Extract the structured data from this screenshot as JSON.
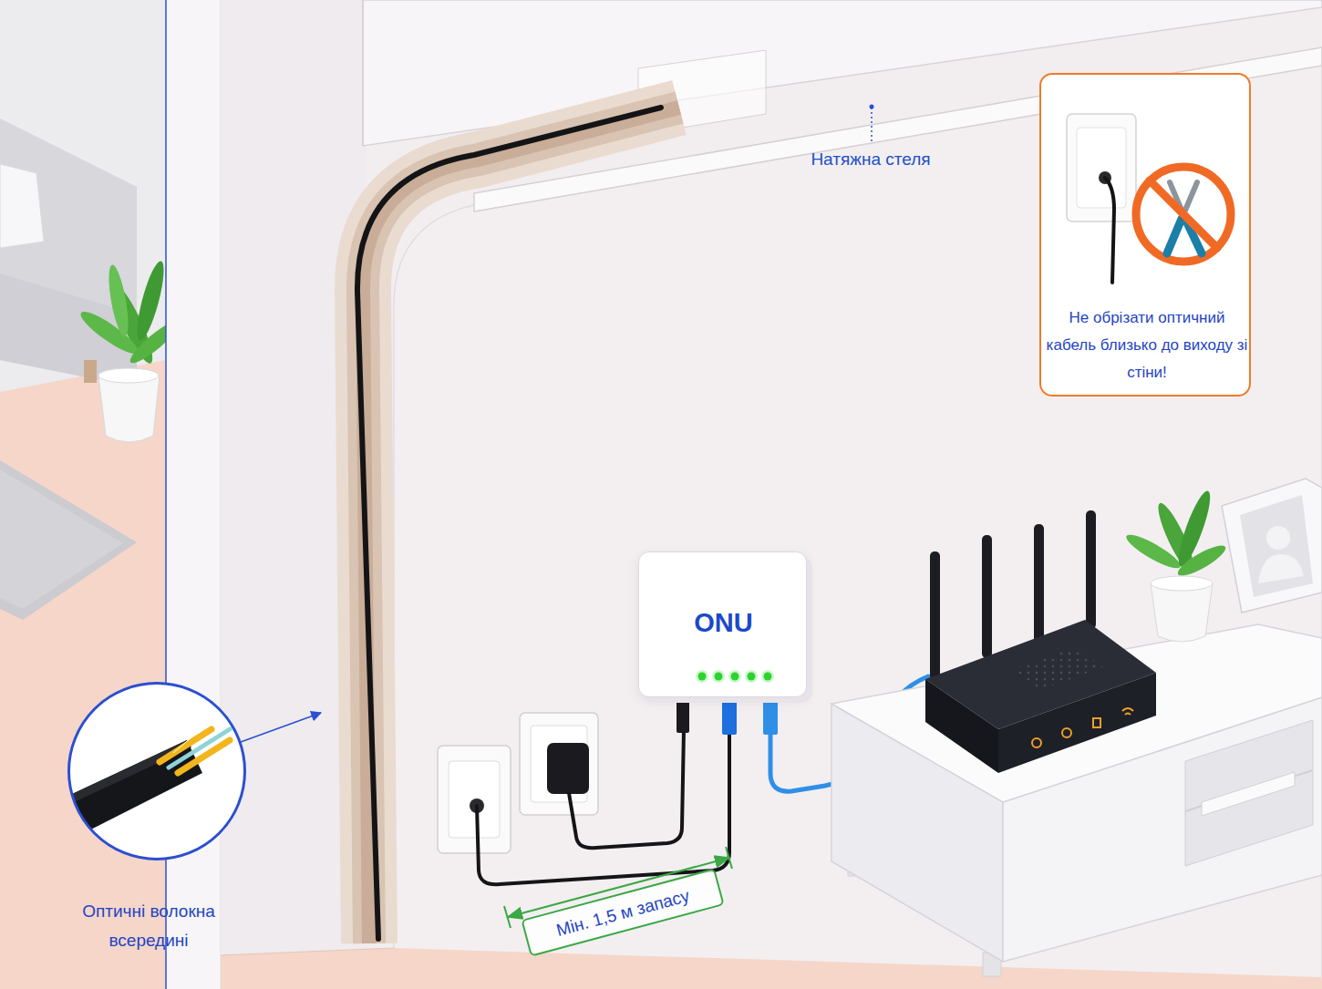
{
  "diagram": {
    "nodes": [
      {
        "text": [
          "Не обрізати оптичний кабель близько до виходу зі стіни!"
        ]
      },
      {
        "text": [
          "ONU"
        ]
      },
      {
        "text": [
          "Оптичні волокна всередині"
        ]
      },
      {
        "text": [
          "Мін. 1,5 м запасу"
        ]
      }
    ],
    "labels": [
      "Натяжна стеля"
    ]
  }
}
